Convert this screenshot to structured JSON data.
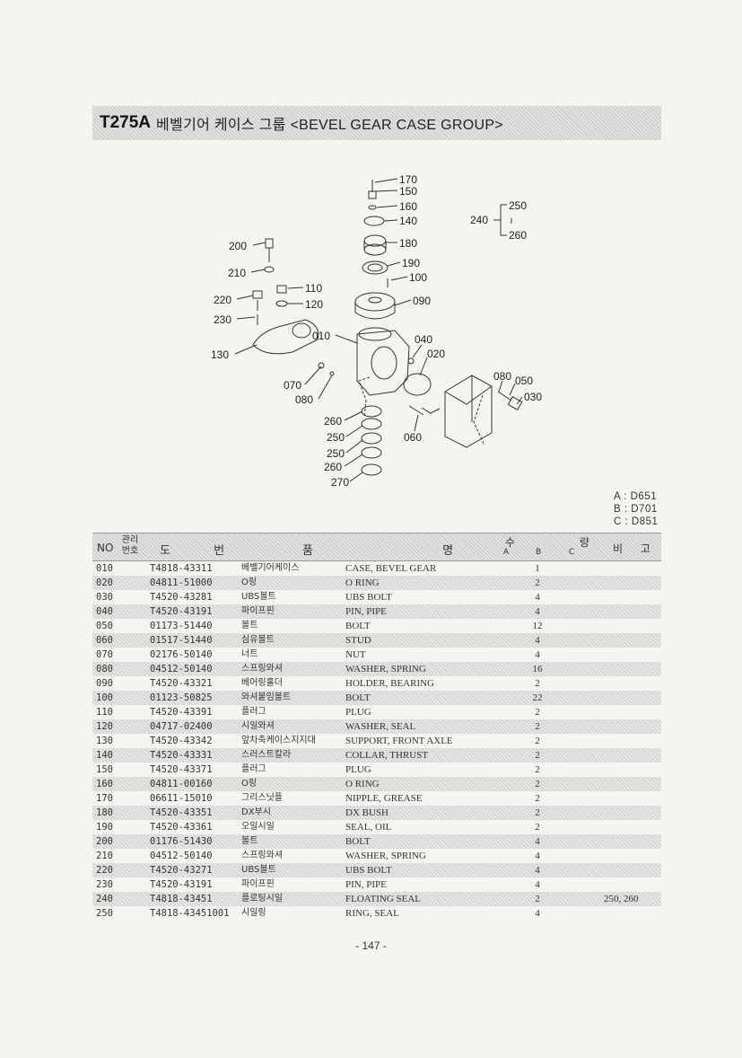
{
  "header": {
    "code": "T275A",
    "title": "베벨기어 케이스 그룹 <BEVEL GEAR CASE GROUP>"
  },
  "diagram": {
    "labels": [
      "170",
      "150",
      "160",
      "140",
      "180",
      "190",
      "100",
      "090",
      "200",
      "210",
      "110",
      "120",
      "220",
      "230",
      "130",
      "010",
      "040",
      "020",
      "070",
      "080",
      "080",
      "050",
      "030",
      "260",
      "250",
      "060",
      "250",
      "260",
      "270"
    ],
    "range_start": "240",
    "range_from": "250",
    "range_mark": "≀",
    "range_to": "260"
  },
  "models": [
    "A : D651",
    "B : D701",
    "C : D851"
  ],
  "table": {
    "headers": {
      "no": "NO",
      "mgmt": "관리\n번호",
      "drawing_no": "도 번",
      "name": "품 명",
      "quantity": "수 량",
      "qty_a": "A",
      "qty_b": "B",
      "qty_c": "C",
      "remarks": "비 고"
    },
    "rows": [
      {
        "no": "010",
        "part": "T4818-43311",
        "kr": "베벨기어케이스",
        "en": "CASE, BEVEL GEAR",
        "qty": "1",
        "note": ""
      },
      {
        "no": "020",
        "part": "04811-51000",
        "kr": "O링",
        "en": "O RING",
        "qty": "2",
        "note": ""
      },
      {
        "no": "030",
        "part": "T4520-43281",
        "kr": "UBS볼트",
        "en": "UBS BOLT",
        "qty": "4",
        "note": ""
      },
      {
        "no": "040",
        "part": "T4520-43191",
        "kr": "파이프핀",
        "en": "PIN, PIPE",
        "qty": "4",
        "note": ""
      },
      {
        "no": "050",
        "part": "01173-51440",
        "kr": "볼트",
        "en": "BOLT",
        "qty": "12",
        "note": ""
      },
      {
        "no": "060",
        "part": "01517-51440",
        "kr": "심유볼트",
        "en": "STUD",
        "qty": "4",
        "note": ""
      },
      {
        "no": "070",
        "part": "02176-50140",
        "kr": "너트",
        "en": "NUT",
        "qty": "4",
        "note": ""
      },
      {
        "no": "080",
        "part": "04512-50140",
        "kr": "스프링와셔",
        "en": "WASHER, SPRING",
        "qty": "16",
        "note": ""
      },
      {
        "no": "090",
        "part": "T4520-43321",
        "kr": "베어링홀더",
        "en": "HOLDER, BEARING",
        "qty": "2",
        "note": ""
      },
      {
        "no": "100",
        "part": "01123-50825",
        "kr": "와셔붙임볼트",
        "en": "BOLT",
        "qty": "22",
        "note": ""
      },
      {
        "no": "110",
        "part": "T4520-43391",
        "kr": "플러그",
        "en": "PLUG",
        "qty": "2",
        "note": ""
      },
      {
        "no": "120",
        "part": "04717-02400",
        "kr": "시일와셔",
        "en": "WASHER, SEAL",
        "qty": "2",
        "note": ""
      },
      {
        "no": "130",
        "part": "T4520-43342",
        "kr": "앞차축케이스지지대",
        "en": "SUPPORT, FRONT AXLE",
        "qty": "2",
        "note": ""
      },
      {
        "no": "140",
        "part": "T4520-43331",
        "kr": "스러스트칼라",
        "en": "COLLAR, THRUST",
        "qty": "2",
        "note": ""
      },
      {
        "no": "150",
        "part": "T4520-43371",
        "kr": "플러그",
        "en": "PLUG",
        "qty": "2",
        "note": ""
      },
      {
        "no": "160",
        "part": "04811-00160",
        "kr": "O링",
        "en": "O RING",
        "qty": "2",
        "note": ""
      },
      {
        "no": "170",
        "part": "06611-15010",
        "kr": "그리스닛플",
        "en": "NIPPLE, GREASE",
        "qty": "2",
        "note": ""
      },
      {
        "no": "180",
        "part": "T4520-43351",
        "kr": "DX부시",
        "en": "DX BUSH",
        "qty": "2",
        "note": ""
      },
      {
        "no": "190",
        "part": "T4520-43361",
        "kr": "오일시일",
        "en": "SEAL, OIL",
        "qty": "2",
        "note": ""
      },
      {
        "no": "200",
        "part": "01176-51430",
        "kr": "볼트",
        "en": "BOLT",
        "qty": "4",
        "note": ""
      },
      {
        "no": "210",
        "part": "04512-50140",
        "kr": "스프링와셔",
        "en": "WASHER, SPRING",
        "qty": "4",
        "note": ""
      },
      {
        "no": "220",
        "part": "T4520-43271",
        "kr": "UBS볼트",
        "en": "UBS BOLT",
        "qty": "4",
        "note": ""
      },
      {
        "no": "230",
        "part": "T4520-43191",
        "kr": "파이프핀",
        "en": "PIN, PIPE",
        "qty": "4",
        "note": ""
      },
      {
        "no": "240",
        "part": "T4818-43451",
        "kr": "플로팅시일",
        "en": "FLOATING SEAL",
        "qty": "2",
        "note": "250, 260"
      },
      {
        "no": "250",
        "part": "T4818-43451001",
        "kr": "시일링",
        "en": "RING, SEAL",
        "qty": "4",
        "note": ""
      }
    ]
  },
  "footer": {
    "page": "- 147 -"
  }
}
